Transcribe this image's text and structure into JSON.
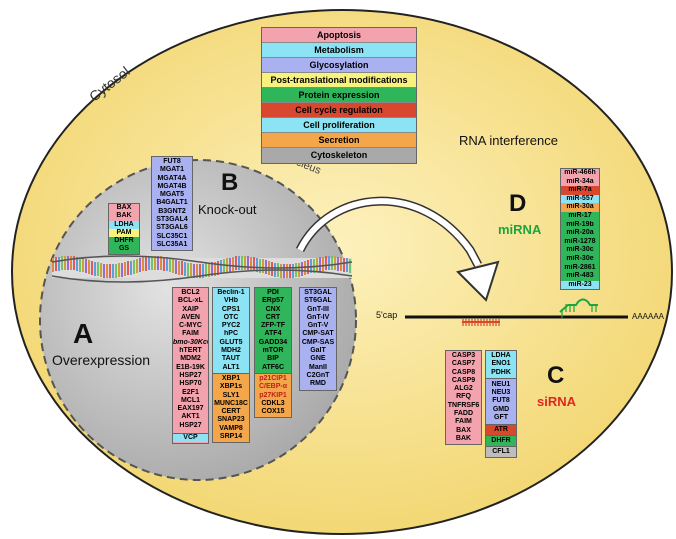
{
  "colors": {
    "cytosol": "#fbe597",
    "nucleus": "#c7c7c7",
    "pink": "#f3a3ae",
    "blue": "#aab1f0",
    "green": "#2fb65a",
    "cyan": "#8ce3f3",
    "yellow": "#f7f17d",
    "orange": "#f4a64a",
    "red": "#d8482f",
    "miRNA_green": "#1aa63f",
    "siRNA_red": "#e0271e"
  },
  "labels": {
    "cytosol": "Cytosol",
    "nucleus": "Nucleus",
    "rnai": "RNA interference",
    "five_cap": "5'cap",
    "polyA": "AAAAAA"
  },
  "legend": [
    {
      "text": "Apoptosis",
      "color": "#f3a3ae"
    },
    {
      "text": "Metabolism",
      "color": "#8ce3f3"
    },
    {
      "text": "Glycosylation",
      "color": "#aab1f0"
    },
    {
      "text": "Post-translational modifications",
      "color": "#f7f17d"
    },
    {
      "text": "Protein expression",
      "color": "#2fb65a"
    },
    {
      "text": "Cell cycle regulation",
      "color": "#d8482f"
    },
    {
      "text": "Cell proliferation",
      "color": "#8ce3f3"
    },
    {
      "text": "Secretion",
      "color": "#f4a64a"
    },
    {
      "text": "Cytoskeleton",
      "color": "#a9a9a9"
    }
  ],
  "sections": {
    "A": {
      "letter": "A",
      "title": "Overexpression"
    },
    "B": {
      "letter": "B",
      "title": "Knock-out"
    },
    "C": {
      "letter": "C",
      "title": "siRNA"
    },
    "D": {
      "letter": "D",
      "title": "miRNA"
    }
  },
  "knockout": {
    "left": [
      {
        "text": "BAX",
        "color": "#f3a3ae"
      },
      {
        "text": "BAK",
        "color": "#f3a3ae"
      },
      {
        "text": "LDHA",
        "color": "#8ce3f3"
      },
      {
        "text": "PAM",
        "color": "#f7f17d"
      },
      {
        "text": "DHFR",
        "color": "#2fb65a"
      },
      {
        "text": "GS",
        "color": "#2fb65a"
      }
    ],
    "right": [
      "FUT8",
      "MGAT1",
      "MGAT4A",
      "MGAT4B",
      "MGAT5",
      "B4GALT1",
      "B3GNT2",
      "ST3GAL4",
      "ST3GAL6",
      "SLC35C1",
      "SLC35A1"
    ]
  },
  "overexpression": {
    "col1": [
      "BCL2",
      "BCL-xL",
      "XAIP",
      "AVEN",
      "C-MYC",
      "FAIM",
      "bmo-30Kc6",
      "hTERT",
      "MDM2",
      "E1B-19K",
      "HSP27",
      "HSP70",
      "E2F1",
      "MCL1",
      "EAX197",
      "AKT1",
      "HSP27"
    ],
    "col1_tail": "VCP",
    "col2_top": [
      "Beclin-1",
      "VHb",
      "CPS1",
      "OTC",
      "PYC2",
      "hPC",
      "GLUT5",
      "MDH2",
      "TAUT",
      "ALT1"
    ],
    "col2_bottom": [
      "XBP1",
      "XBP1s",
      "SLY1",
      "MUNC18C",
      "CERT",
      "SNAP23",
      "VAMP8",
      "SRP14"
    ],
    "col3_top": [
      "PDI",
      "ERp57",
      "CNX",
      "CRT",
      "ZFP-TF",
      "ATF4",
      "GADD34",
      "mTOR",
      "BIP",
      "ATF6C"
    ],
    "col3_bottom": [
      "p21CIP1",
      "C/EBP-α",
      "p27KIP1",
      "CDKL3",
      "COX15"
    ],
    "col4": [
      "ST3GAL",
      "ST6GAL",
      "GnT-III",
      "GnT-IV",
      "GnT-V",
      "CMP-SAT",
      "CMP-SAS",
      "GalT",
      "GNE",
      "ManII",
      "C2GnT",
      "RMD"
    ]
  },
  "sirna": {
    "pink": [
      "CASP3",
      "CASP7",
      "CASP8",
      "CASP9",
      "ALG2",
      "RFQ",
      "TNFRSF6",
      "FADD",
      "FAIM",
      "BAX",
      "BAK"
    ],
    "cyan": [
      "LDHA",
      "ENO1",
      "PDHK"
    ],
    "blue": [
      "NEU1",
      "NEU3",
      "FUT8",
      "GMD",
      "GFT"
    ],
    "red": "ATR",
    "green": "DHFR",
    "gray": "CFL1"
  },
  "mirna": [
    {
      "text": "miR-466h",
      "color": "#f3a3ae"
    },
    {
      "text": "miR-34a",
      "color": "#f3a3ae"
    },
    {
      "text": "miR-7a",
      "color": "#d8482f"
    },
    {
      "text": "miR-557",
      "color": "#8ce3f3"
    },
    {
      "text": "miR-30a",
      "color": "#f4a64a"
    },
    {
      "text": "miR-17",
      "color": "#2fb65a"
    },
    {
      "text": "miR-19b",
      "color": "#2fb65a"
    },
    {
      "text": "miR-20a",
      "color": "#2fb65a"
    },
    {
      "text": "miR-1278",
      "color": "#2fb65a"
    },
    {
      "text": "miR-30c",
      "color": "#2fb65a"
    },
    {
      "text": "miR-30e",
      "color": "#2fb65a"
    },
    {
      "text": "miR-2861",
      "color": "#2fb65a"
    },
    {
      "text": "miR-483",
      "color": "#2fb65a"
    },
    {
      "text": "miR-23",
      "color": "#8ce3f3"
    }
  ]
}
